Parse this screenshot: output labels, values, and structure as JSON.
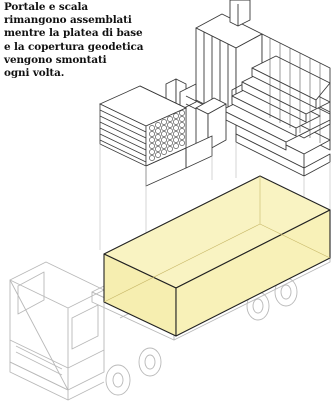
{
  "caption": {
    "lines": [
      "Portale e scala",
      "rimangono assemblati",
      "mentre la platea di base",
      "e la copertura geodetica",
      "vengono smontati",
      "ogni volta."
    ]
  },
  "colors": {
    "ink": "#3a3a3a",
    "light_line": "#b9b9b9",
    "container_fill": "#f8f1b8",
    "container_edge": "#222222",
    "page_bg": "#ffffff"
  }
}
